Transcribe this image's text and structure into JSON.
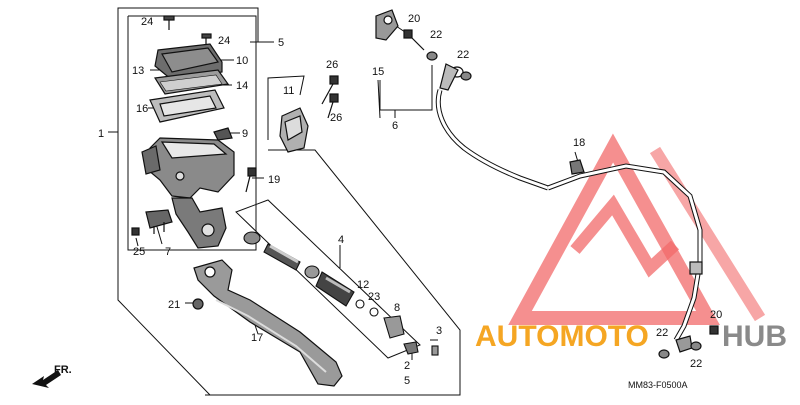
{
  "diagram": {
    "drawing_code": "MM83-F0500A",
    "direction_label": "FR.",
    "part_labels": [
      "24",
      "24",
      "5",
      "10",
      "13",
      "14",
      "16",
      "9",
      "1",
      "11",
      "26",
      "26",
      "19",
      "7",
      "25",
      "4",
      "12",
      "23",
      "8",
      "3",
      "21",
      "17",
      "2",
      "5",
      "15",
      "20",
      "22",
      "22",
      "6",
      "18",
      "22",
      "20",
      "22"
    ]
  },
  "watermark": {
    "text_left": "AUTOMOTO",
    "text_right": "HUB",
    "color_orange": "#f5a623",
    "color_gray": "#8a8a8a",
    "color_triangle": "#f26a6a"
  }
}
